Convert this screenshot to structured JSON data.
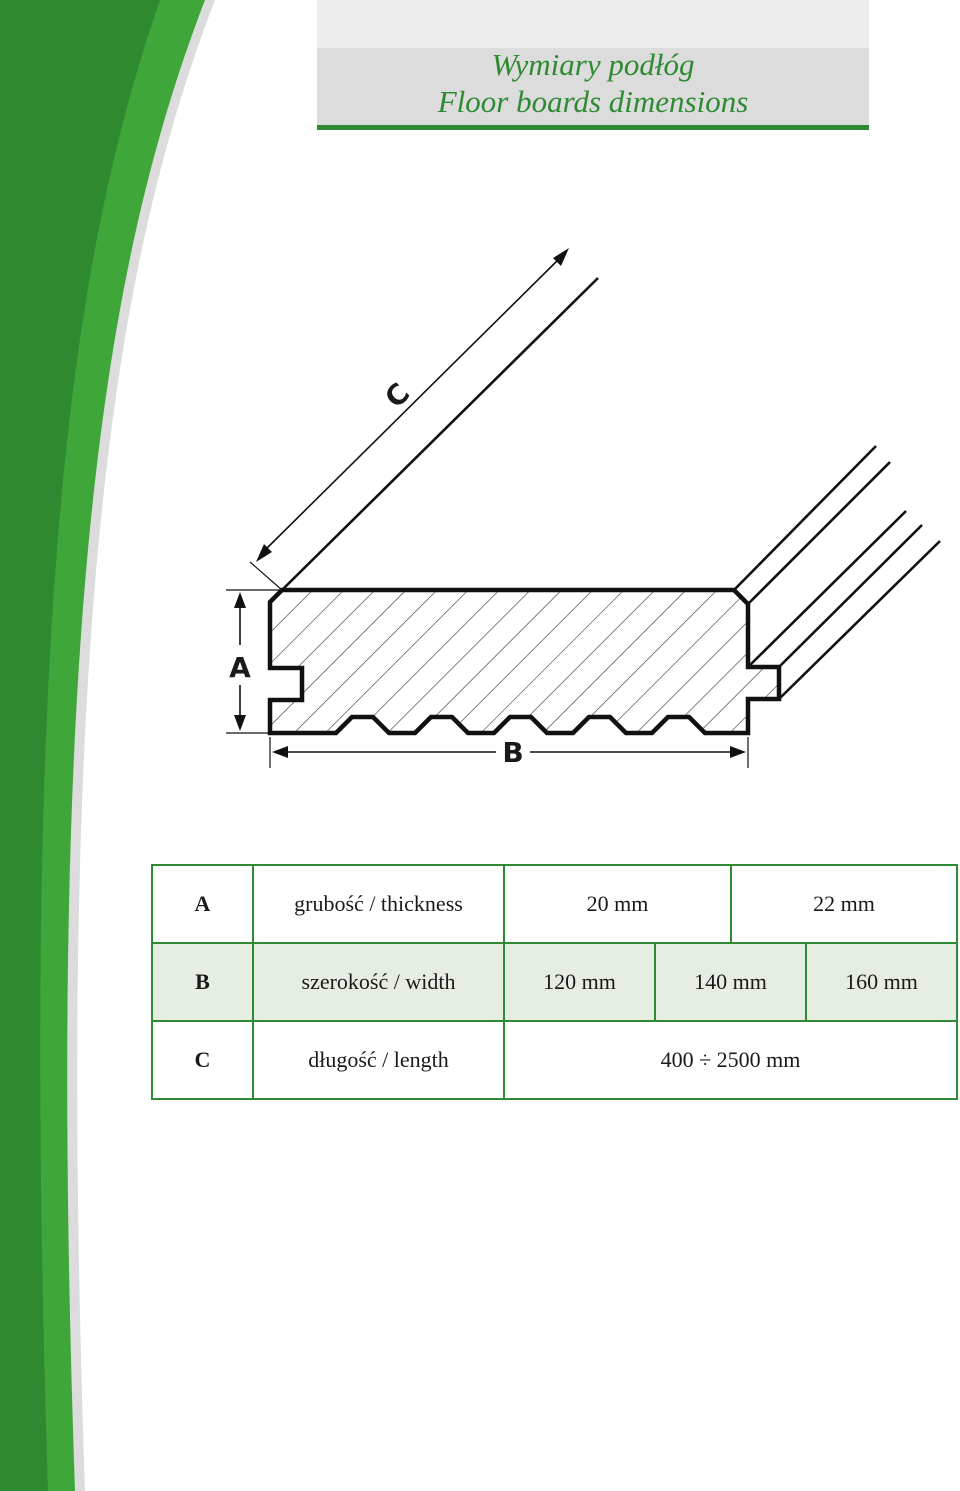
{
  "header": {
    "title_pl": "Wymiary podłóg",
    "title_en": "Floor boards dimensions"
  },
  "diagram": {
    "label_a": "A",
    "label_b": "B",
    "label_c": "C"
  },
  "table": {
    "rows": [
      {
        "letter": "A",
        "label": "grubość / thickness",
        "values": [
          "20 mm",
          "22 mm"
        ]
      },
      {
        "letter": "B",
        "label": "szerokość / width",
        "values": [
          "120 mm",
          "140 mm",
          "160 mm"
        ]
      },
      {
        "letter": "C",
        "label": "długość / length",
        "values": [
          "400 ÷ 2500 mm"
        ]
      }
    ]
  },
  "colors": {
    "brand_green": "#2f8a34",
    "light_green": "#3fa73a",
    "row_shade": "#e6ede2"
  }
}
